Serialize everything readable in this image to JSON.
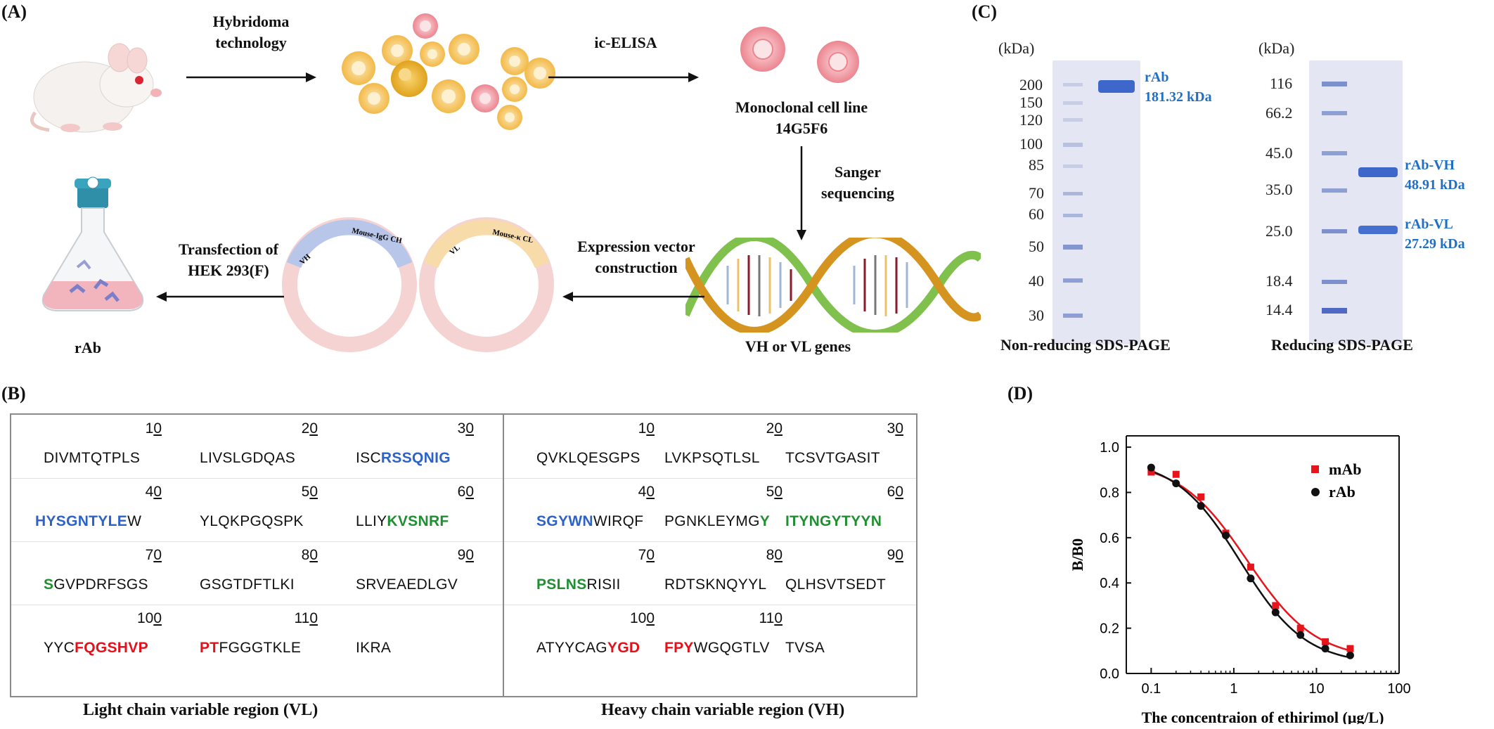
{
  "panel_a": {
    "label": "(A)",
    "step_hybridoma": [
      "Hybridoma",
      "technology"
    ],
    "step_elisa": "ic-ELISA",
    "cell_line": [
      "Monoclonal cell line",
      "14G5F6"
    ],
    "step_sanger": [
      "Sanger",
      "sequencing"
    ],
    "genes": "VH or VL genes",
    "step_expression": [
      "Expression vector",
      "construction"
    ],
    "step_transfection": [
      "Transfection of",
      "HEK 293(F)"
    ],
    "product": "rAb",
    "plasmid_vh": {
      "v_label": "VH",
      "c_label": "Mouse-IgG CH",
      "color": "#b8c6ea"
    },
    "plasmid_vl": {
      "v_label": "VL",
      "c_label": "Mouse-κ CL",
      "color": "#f7dba8"
    },
    "plasmid_ring_color": "#f6d3d3",
    "cell_colors": {
      "yellow": "#f4c15a",
      "pink": "#ef8e98"
    }
  },
  "panel_c": {
    "label": "(C)",
    "gel1": {
      "unit": "(kDa)",
      "markers": [
        "200",
        "150",
        "120",
        "100",
        "85",
        "70",
        "60",
        "50",
        "40",
        "30"
      ],
      "band_label": [
        "rAb",
        "181.32 kDa"
      ],
      "caption": "Non-reducing SDS-PAGE"
    },
    "gel2": {
      "unit": "(kDa)",
      "markers": [
        "116",
        "66.2",
        "45.0",
        "35.0",
        "25.0",
        "18.4",
        "14.4"
      ],
      "band_vh": [
        "rAb-VH",
        "48.91 kDa"
      ],
      "band_vl": [
        "rAb-VL",
        "27.29 kDa"
      ],
      "caption": "Reducing SDS-PAGE"
    }
  },
  "panel_b": {
    "label": "(B)",
    "vl": {
      "numbers": [
        [
          "10",
          "20",
          "30"
        ],
        [
          "40",
          "50",
          "60"
        ],
        [
          "70",
          "80",
          "90"
        ],
        [
          "100",
          "110",
          ""
        ]
      ],
      "caption": "Light chain variable region (VL)"
    },
    "vh": {
      "numbers": [
        [
          "10",
          "20",
          "30"
        ],
        [
          "40",
          "50",
          "60"
        ],
        [
          "70",
          "80",
          "90"
        ],
        [
          "100",
          "110",
          ""
        ]
      ],
      "caption": "Heavy chain variable region (VH)"
    }
  },
  "panel_d": {
    "label": "(D)"
  },
  "chart_data": {
    "type": "scatter",
    "xlabel": "The concentraion of ethirimol (μg/L)",
    "ylabel": "B/B0",
    "xscale": "log",
    "xlim": [
      0.05,
      100
    ],
    "ylim": [
      0.0,
      1.05
    ],
    "x_ticks": [
      "0.1",
      "1",
      "10",
      "100"
    ],
    "y_ticks": [
      "0.0",
      "0.2",
      "0.4",
      "0.6",
      "0.8",
      "1.0"
    ],
    "legend_position": "top-right",
    "series": [
      {
        "name": "mAb",
        "color": "#e8141c",
        "marker": "square",
        "x": [
          0.1,
          0.2,
          0.4,
          0.8,
          1.6,
          3.2,
          6.4,
          12.8,
          25.6
        ],
        "y": [
          0.89,
          0.88,
          0.78,
          0.62,
          0.47,
          0.3,
          0.2,
          0.14,
          0.11
        ]
      },
      {
        "name": "rAb",
        "color": "#111111",
        "marker": "circle",
        "x": [
          0.1,
          0.2,
          0.4,
          0.8,
          1.6,
          3.2,
          6.4,
          12.8,
          25.6
        ],
        "y": [
          0.91,
          0.84,
          0.74,
          0.61,
          0.42,
          0.27,
          0.17,
          0.11,
          0.08
        ]
      }
    ]
  }
}
